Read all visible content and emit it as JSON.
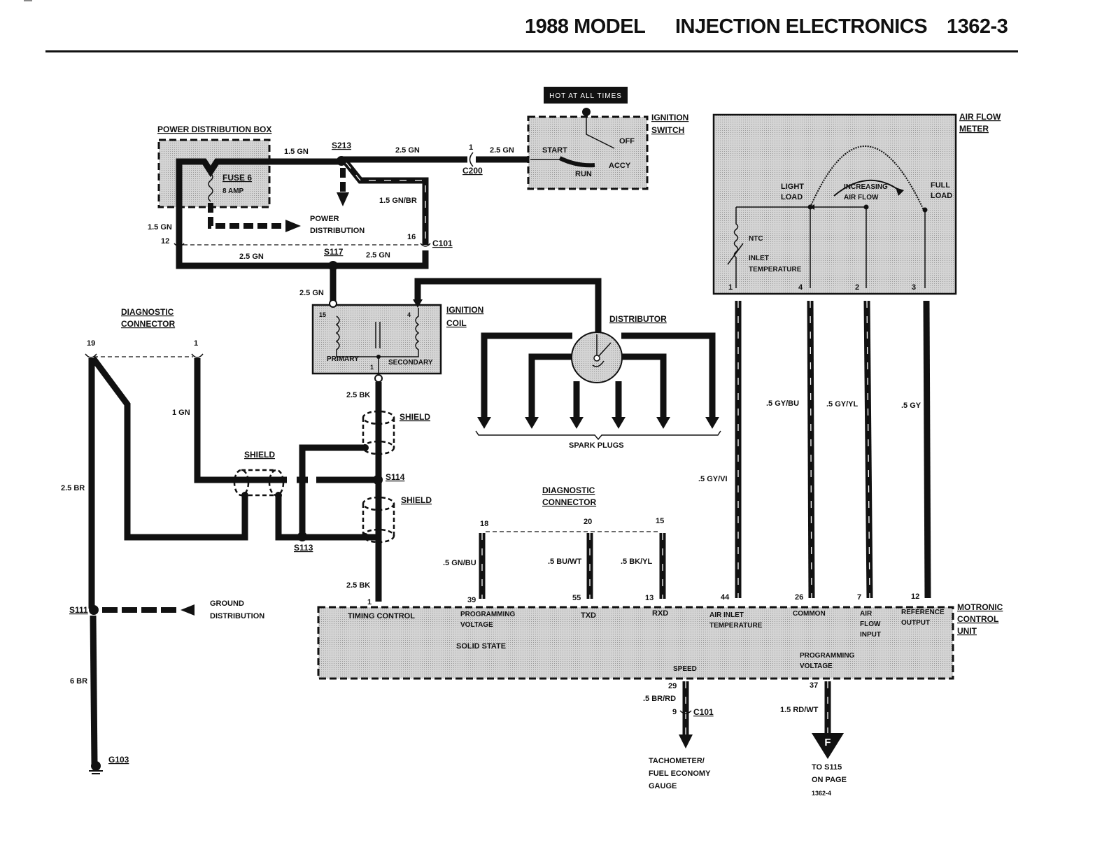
{
  "header": {
    "model": "1988 MODEL",
    "section": "INJECTION ELECTRONICS",
    "page": "1362-3"
  },
  "components": {
    "power_distribution_box": "POWER DISTRIBUTION BOX",
    "fuse_name": "FUSE 6",
    "fuse_rating": "8 AMP",
    "power_distribution": [
      "POWER",
      "DISTRIBUTION"
    ],
    "hot_at_all_times": "HOT AT ALL TIMES",
    "ignition_switch": [
      "IGNITION",
      "SWITCH"
    ],
    "switch_positions": {
      "start": "START",
      "run": "RUN",
      "off": "OFF",
      "accy": "ACCY"
    },
    "air_flow_meter": [
      "AIR FLOW",
      "METER"
    ],
    "afm_labels": {
      "light_load": [
        "LIGHT",
        "LOAD"
      ],
      "full_load": [
        "FULL",
        "LOAD"
      ],
      "increasing": [
        "INCREASING",
        "AIR FLOW"
      ],
      "ntc": "NTC",
      "inlet_temp": [
        "INLET",
        "TEMPERATURE"
      ]
    },
    "afm_pins": [
      "1",
      "4",
      "2",
      "3"
    ],
    "ignition_coil": [
      "IGNITION",
      "COIL"
    ],
    "coil_labels": {
      "primary": "PRIMARY",
      "secondary": "SECONDARY",
      "pin15": "15",
      "pin4": "4",
      "pin1": "1"
    },
    "distributor": "DISTRIBUTOR",
    "spark_plugs": "SPARK PLUGS",
    "diag_connector_left": [
      "DIAGNOSTIC",
      "CONNECTOR"
    ],
    "diag_connector_right": [
      "DIAGNOSTIC",
      "CONNECTOR"
    ],
    "shield": "SHIELD",
    "ground_distribution": [
      "GROUND",
      "DISTRIBUTION"
    ],
    "motronic": [
      "MOTRONIC",
      "CONTROL",
      "UNIT"
    ],
    "solid_state": "SOLID STATE",
    "tachometer": [
      "TACHOMETER/",
      "FUEL ECONOMY",
      "GAUGE"
    ],
    "to_s115": [
      "TO S115",
      "ON PAGE",
      "1362-4"
    ],
    "connector_f": "F"
  },
  "splices": {
    "s213": "S213",
    "s117": "S117",
    "s114": "S114",
    "s113": "S113",
    "s111": "S111",
    "g103": "G103",
    "c200": "C200",
    "c101": "C101",
    "c101b": "C101"
  },
  "wires": {
    "w_1_5gn_top": "1.5 GN",
    "w_2_5gn_top": "2.5 GN",
    "w_2_5gn_c200": "2.5 GN",
    "w_1_5gnbr": "1.5 GN/BR",
    "w_1_5gn_left": "1.5 GN",
    "w_2_5gn_bl": "2.5 GN",
    "w_2_5gn_br": "2.5 GN",
    "w_2_5gn_coil": "2.5 GN",
    "w_2_5bk_a": "2.5 BK",
    "w_2_5bk_b": "2.5 BK",
    "w_1gn": "1 GN",
    "w_2_5br": "2.5 BR",
    "w_6br": "6 BR",
    "w_gnbu": ".5 GN/BU",
    "w_buwt": ".5 BU/WT",
    "w_bkyl": ".5 BK/YL",
    "w_gyvi": ".5 GY/VI",
    "w_gybu": ".5 GY/BU",
    "w_gyyl": ".5 GY/YL",
    "w_gy": ".5 GY",
    "w_brrd": ".5 BR/RD",
    "w_rdwt": "1.5 RD/WT"
  },
  "pins": {
    "c200_1": "1",
    "c101_12": "12",
    "c101_16": "16",
    "c101_9": "9",
    "dl_19": "19",
    "dl_1": "1",
    "dr_18": "18",
    "dr_20": "20",
    "dr_15": "15",
    "ecu_1": "1",
    "ecu_39": "39",
    "ecu_55": "55",
    "ecu_13": "13",
    "ecu_44": "44",
    "ecu_26": "26",
    "ecu_7": "7",
    "ecu_12": "12",
    "ecu_29": "29",
    "ecu_37": "37"
  },
  "ecu_functions": {
    "timing": "TIMING CONTROL",
    "prog": [
      "PROGRAMMING",
      "VOLTAGE"
    ],
    "txd": "TXD",
    "rxd": "RXD",
    "air_inlet": [
      "AIR INLET",
      "TEMPERATURE"
    ],
    "common": "COMMON",
    "airflow_input": [
      "AIR",
      "FLOW",
      "INPUT"
    ],
    "ref_out": [
      "REFERENCE",
      "OUTPUT"
    ],
    "prog2": [
      "PROGRAMMING",
      "VOLTAGE"
    ],
    "speed": "SPEED"
  }
}
